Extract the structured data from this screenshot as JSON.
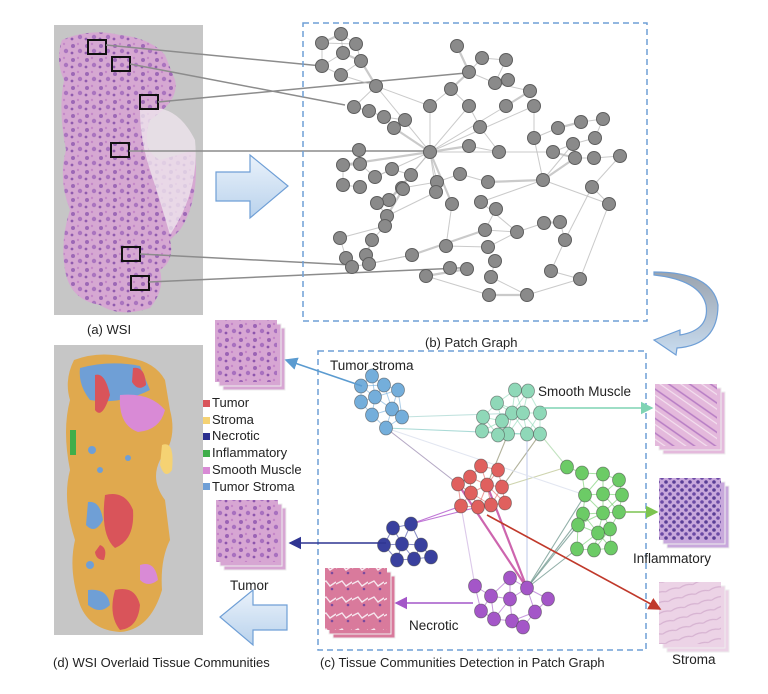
{
  "panels": {
    "a": {
      "caption": "(a) WSI"
    },
    "b": {
      "caption": "(b) Patch Graph"
    },
    "c": {
      "caption": "(c) Tissue Communities Detection in Patch Graph"
    },
    "d": {
      "caption": "(d) WSI Overlaid Tissue Communities"
    }
  },
  "legend": [
    {
      "label": "Tumor",
      "color": "#d9545a"
    },
    {
      "label": "Stroma",
      "color": "#f5d273"
    },
    {
      "label": "Necrotic",
      "color": "#2b2f8f"
    },
    {
      "label": "Inflammatory",
      "color": "#3fae4a"
    },
    {
      "label": "Smooth Muscle",
      "color": "#d98ad6"
    },
    {
      "label": "Tumor Stroma",
      "color": "#6f9fd6"
    }
  ],
  "community_labels": {
    "tumor_stroma": "Tumor stroma",
    "smooth_muscle": "Smooth Muscle",
    "inflammatory": "Inflammatory",
    "necrotic": "Necrotic",
    "stroma": "Stroma",
    "tumor": "Tumor"
  },
  "colors": {
    "frame": "#6f9fd6",
    "graph_node": "#8a8a8a",
    "graph_node_stroke": "#5e5e5e",
    "tumor_node": "#e0605e",
    "tumor_stroma_node": "#74aedb",
    "smooth_muscle_node": "#8fd8b8",
    "inflammatory_node": "#6ccb66",
    "necrotic_node": "#39409e",
    "necrotic_community_node": "#a456c8",
    "arrow_fill": "#c8dcf0",
    "arrow_stroke": "#6f9fd6"
  }
}
